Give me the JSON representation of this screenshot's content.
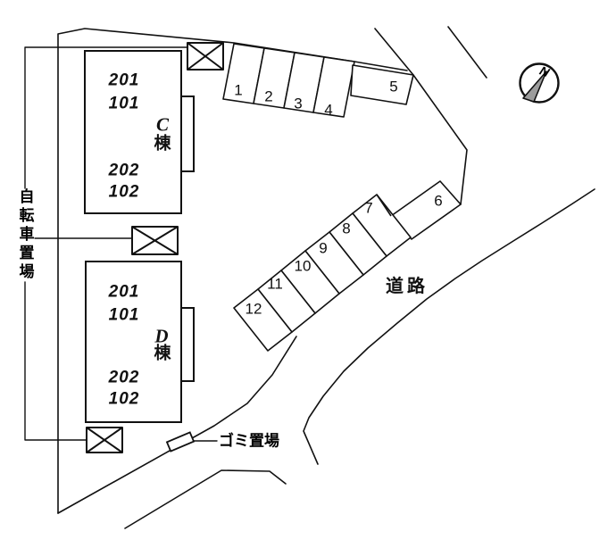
{
  "building_c": {
    "unit_201": "201",
    "unit_101": "101",
    "letter": "C",
    "suffix": "棟",
    "unit_202": "202",
    "unit_102": "102"
  },
  "building_d": {
    "unit_201": "201",
    "unit_101": "101",
    "letter": "D",
    "suffix": "棟",
    "unit_202": "202",
    "unit_102": "102"
  },
  "parking_numbers": [
    "1",
    "2",
    "3",
    "4",
    "5",
    "6",
    "7",
    "8",
    "9",
    "10",
    "11",
    "12"
  ],
  "labels": {
    "bicycle_parking": "自転車置場",
    "garbage_area": "ゴミ置場",
    "road": "道路",
    "compass_north": "N"
  },
  "colors": {
    "ink": "#111111",
    "compass_arrow_fill": "#9c9c9c",
    "background": "#ffffff"
  }
}
